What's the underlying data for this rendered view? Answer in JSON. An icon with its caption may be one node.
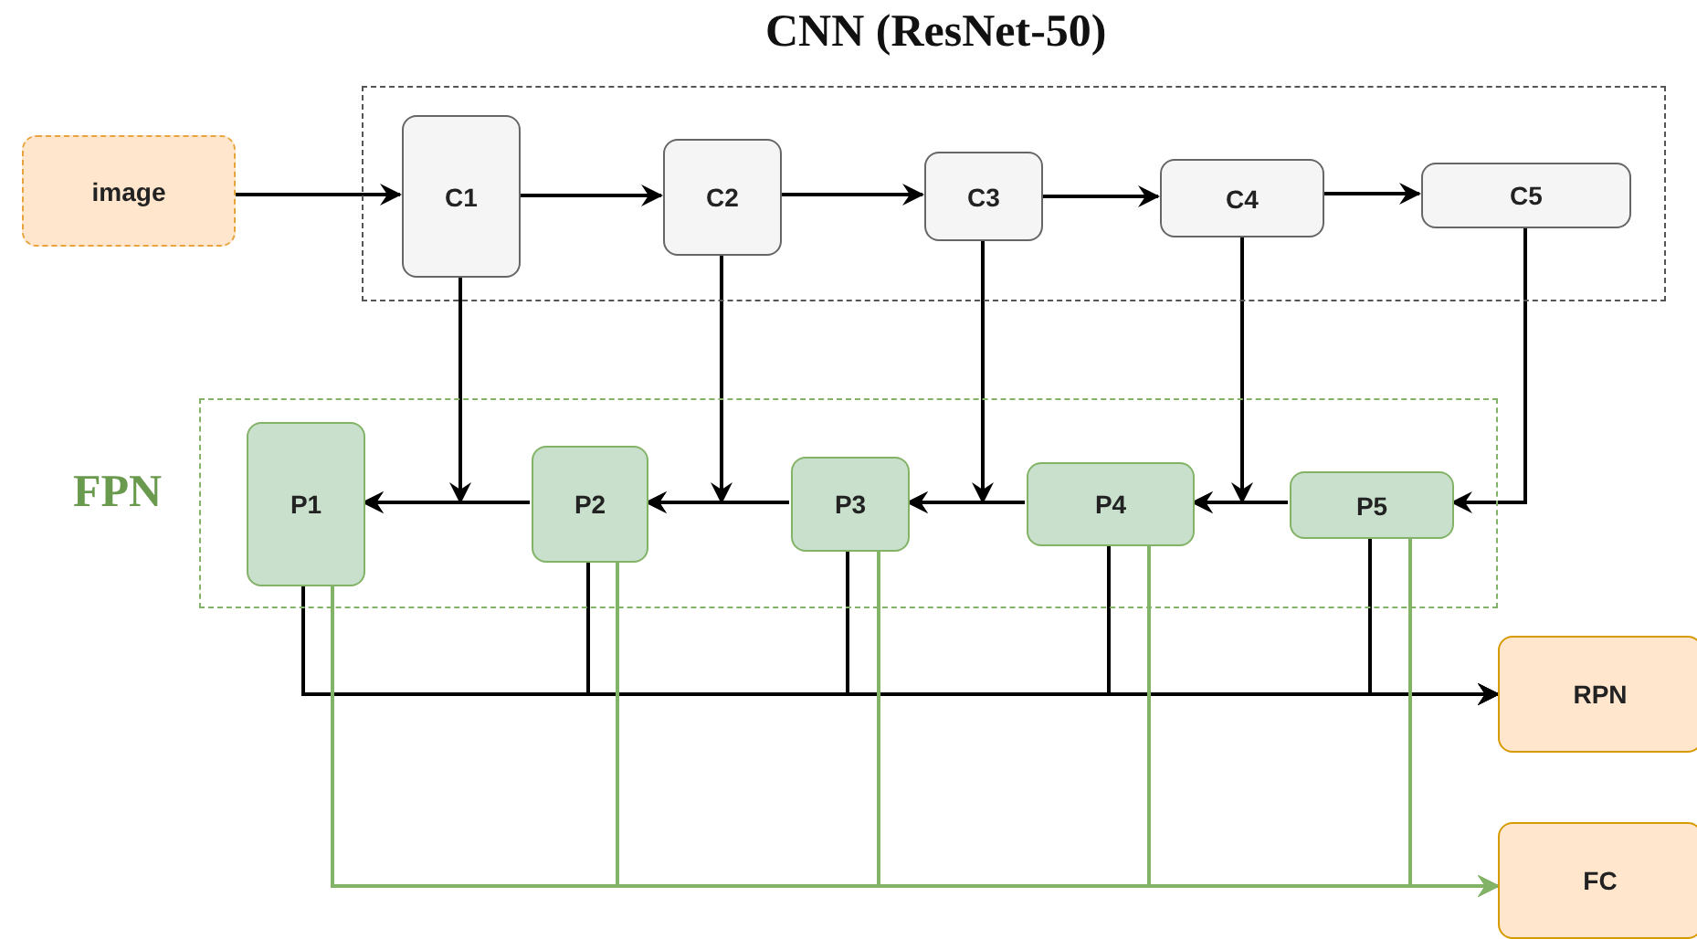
{
  "diagram": {
    "nodes": [
      {
        "text": [
          "CNN (ResNet-50)"
        ]
      },
      {
        "text": [
          "image"
        ]
      },
      {
        "text": [
          "C1"
        ],
        "in": 0
      },
      {
        "text": [
          "C2"
        ],
        "in": 0
      },
      {
        "text": [
          "C3"
        ],
        "in": 0
      },
      {
        "text": [
          "C4"
        ],
        "in": 0
      },
      {
        "text": [
          "C5"
        ],
        "in": 0
      },
      {
        "text": [
          "FPN"
        ]
      },
      {
        "text": [
          "P1"
        ],
        "in": 7
      },
      {
        "text": [
          "P2"
        ],
        "in": 7
      },
      {
        "text": [
          "P3"
        ],
        "in": 7
      },
      {
        "text": [
          "P4"
        ],
        "in": 7
      },
      {
        "text": [
          "P5"
        ],
        "in": 7
      },
      {
        "text": [
          "RPN"
        ]
      },
      {
        "text": [
          "FC"
        ]
      }
    ],
    "edges": [
      {
        "from": 1,
        "to": 2,
        "arrow": "to"
      },
      {
        "from": 2,
        "to": 3,
        "arrow": "to"
      },
      {
        "from": 3,
        "to": 4,
        "arrow": "to"
      },
      {
        "from": 4,
        "to": 5,
        "arrow": "to"
      },
      {
        "from": 5,
        "to": 6,
        "arrow": "to"
      },
      {
        "from": 6,
        "to": 12,
        "arrow": "to"
      },
      {
        "from": 12,
        "to": 11,
        "arrow": "to"
      },
      {
        "from": 11,
        "to": 10,
        "arrow": "to"
      },
      {
        "from": 10,
        "to": 9,
        "arrow": "to"
      },
      {
        "from": 9,
        "to": 8,
        "arrow": "to"
      },
      {
        "from": 2,
        "to": 8,
        "arrow": "to"
      },
      {
        "from": 3,
        "to": 9,
        "arrow": "to"
      },
      {
        "from": 4,
        "to": 10,
        "arrow": "to"
      },
      {
        "from": 5,
        "to": 11,
        "arrow": "to"
      },
      {
        "from": 8,
        "to": 13,
        "arrow": "to"
      },
      {
        "from": 9,
        "to": 13,
        "arrow": "to"
      },
      {
        "from": 10,
        "to": 13,
        "arrow": "to"
      },
      {
        "from": 11,
        "to": 13,
        "arrow": "to"
      },
      {
        "from": 12,
        "to": 13,
        "arrow": "to"
      },
      {
        "from": 8,
        "to": 14,
        "arrow": "to",
        "color": "#82b366"
      },
      {
        "from": 9,
        "to": 14,
        "arrow": "to",
        "color": "#82b366"
      },
      {
        "from": 10,
        "to": 14,
        "arrow": "to",
        "color": "#82b366"
      },
      {
        "from": 11,
        "to": 14,
        "arrow": "to",
        "color": "#82b366"
      },
      {
        "from": 12,
        "to": 14,
        "arrow": "to",
        "color": "#82b366"
      }
    ]
  }
}
